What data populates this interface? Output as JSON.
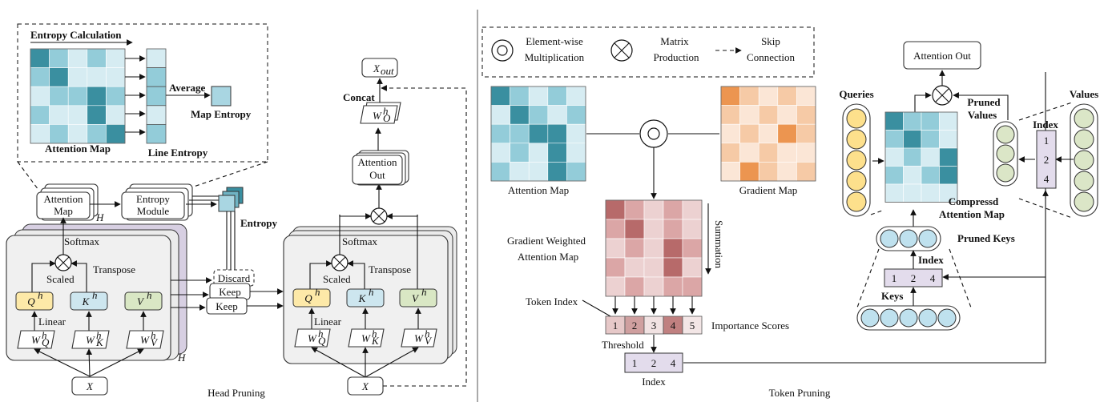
{
  "head_pruning": {
    "entropy_calculation": "Entropy Calculation",
    "attention_map_label": "Attention Map",
    "line_entropy": "Line Entropy",
    "average": "Average",
    "map_entropy": "Map Entropy",
    "attention_map_box": [
      "Attention",
      "Map"
    ],
    "entropy_module": [
      "Entropy",
      "Module"
    ],
    "entropy": "Entropy",
    "h_stack_1": "H",
    "h_stack_2": "H",
    "softmax": "Softmax",
    "scaled": "Scaled",
    "transpose": "Transpose",
    "linear": "Linear",
    "q": "Q",
    "k": "K",
    "v": "V",
    "h_sup": "h",
    "w": "W",
    "w_q_sub": "Q",
    "w_k_sub": "K",
    "w_v_sub": "V",
    "x": "X",
    "discard": "Discard",
    "keep": "Keep",
    "concat": "Concat",
    "x_out": "X",
    "out_sub": "out",
    "w_o_sub": "O",
    "attention_out": [
      "Attention",
      "Out"
    ],
    "caption": "Head Pruning"
  },
  "token_pruning": {
    "legend": {
      "element_wise": [
        "Element-wise",
        "Multiplication"
      ],
      "matrix": [
        "Matrix",
        "Production"
      ],
      "skip": [
        "Skip",
        "Connection"
      ]
    },
    "attention_map": "Attention Map",
    "gradient_map": "Gradient Map",
    "gradient_weighted": [
      "Gradient Weighted",
      "Attention Map"
    ],
    "summation": "Summation",
    "token_index": "Token Index",
    "scores": [
      "1",
      "2",
      "3",
      "4",
      "5"
    ],
    "importance_scores": "Importance Scores",
    "threshold": "Threshold",
    "index_values": [
      "1",
      "2",
      "4"
    ],
    "index": "Index",
    "caption": "Token Pruning",
    "attention_out": "Attention Out",
    "queries": "Queries",
    "values": "Values",
    "pruned_values": [
      "Pruned",
      "Values"
    ],
    "compressed_map": [
      "Compressd",
      "Attention Map"
    ],
    "pruned_keys": "Pruned Keys",
    "keys": "Keys"
  },
  "colors": {
    "teal_dark": "#3a8fa0",
    "teal_mid": "#93ccd9",
    "teal_light": "#d6ecf2",
    "orange_dark": "#ec9550",
    "orange_light": "#fbe6d6",
    "rose_dark": "#b76a6a",
    "rose_light": "#ecd1d1",
    "q_fill": "#fde9a8",
    "k_fill": "#cde6ef",
    "v_fill": "#d9e7c4",
    "module_bg": "#d7cfe2",
    "node_yellow": "#fde08c",
    "node_blue": "#bfe1ee",
    "node_green": "#dbe6c7",
    "index_fill": "#e3dcec"
  }
}
